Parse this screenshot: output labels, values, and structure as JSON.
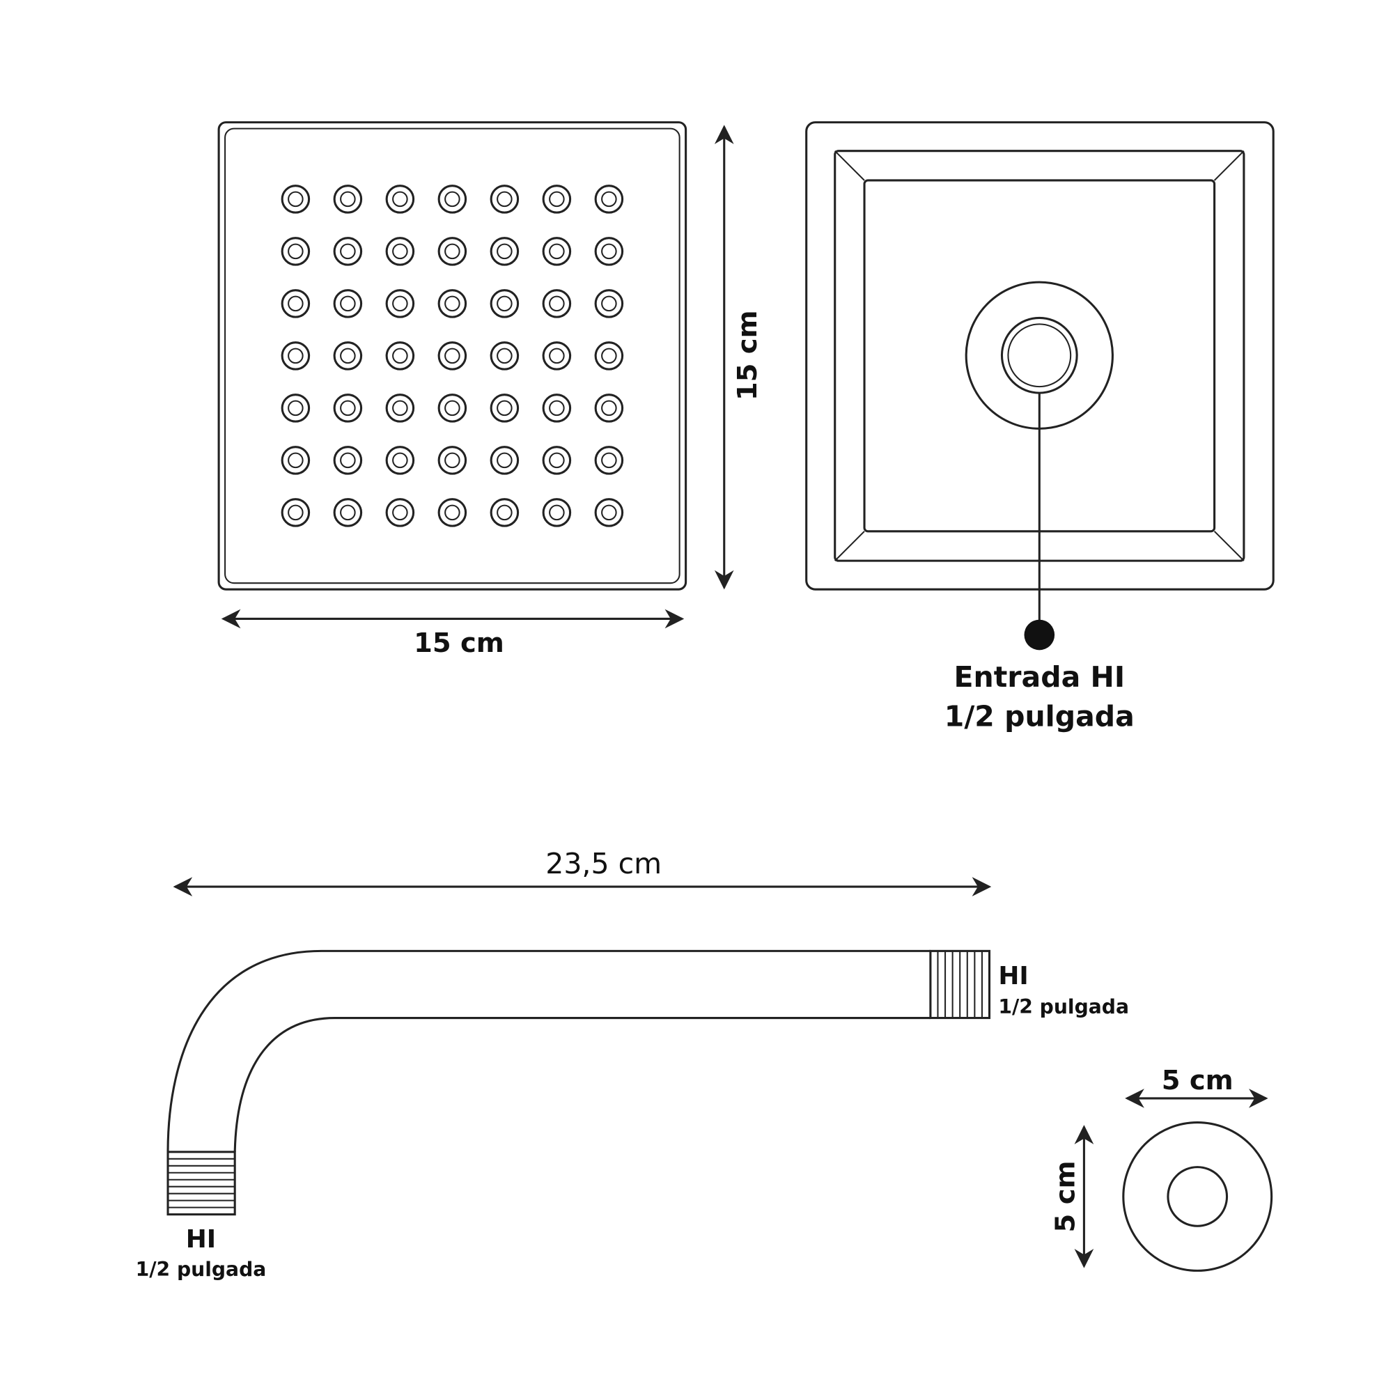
{
  "front_view": {
    "width_label": "15 cm",
    "height_label": "15 cm",
    "hole_rows": 7,
    "hole_cols": 7
  },
  "back_view": {
    "inlet_label_line1": "Entrada HI",
    "inlet_label_line2": "1/2 pulgada"
  },
  "arm": {
    "length_label": "23,5 cm",
    "right_end_label": "HI",
    "right_end_sublabel": "1/2 pulgada",
    "left_end_label": "HI",
    "left_end_sublabel": "1/2 pulgada"
  },
  "flange": {
    "width_label": "5 cm",
    "height_label": "5 cm"
  },
  "colors": {
    "line": "#222222",
    "background": "#ffffff"
  }
}
